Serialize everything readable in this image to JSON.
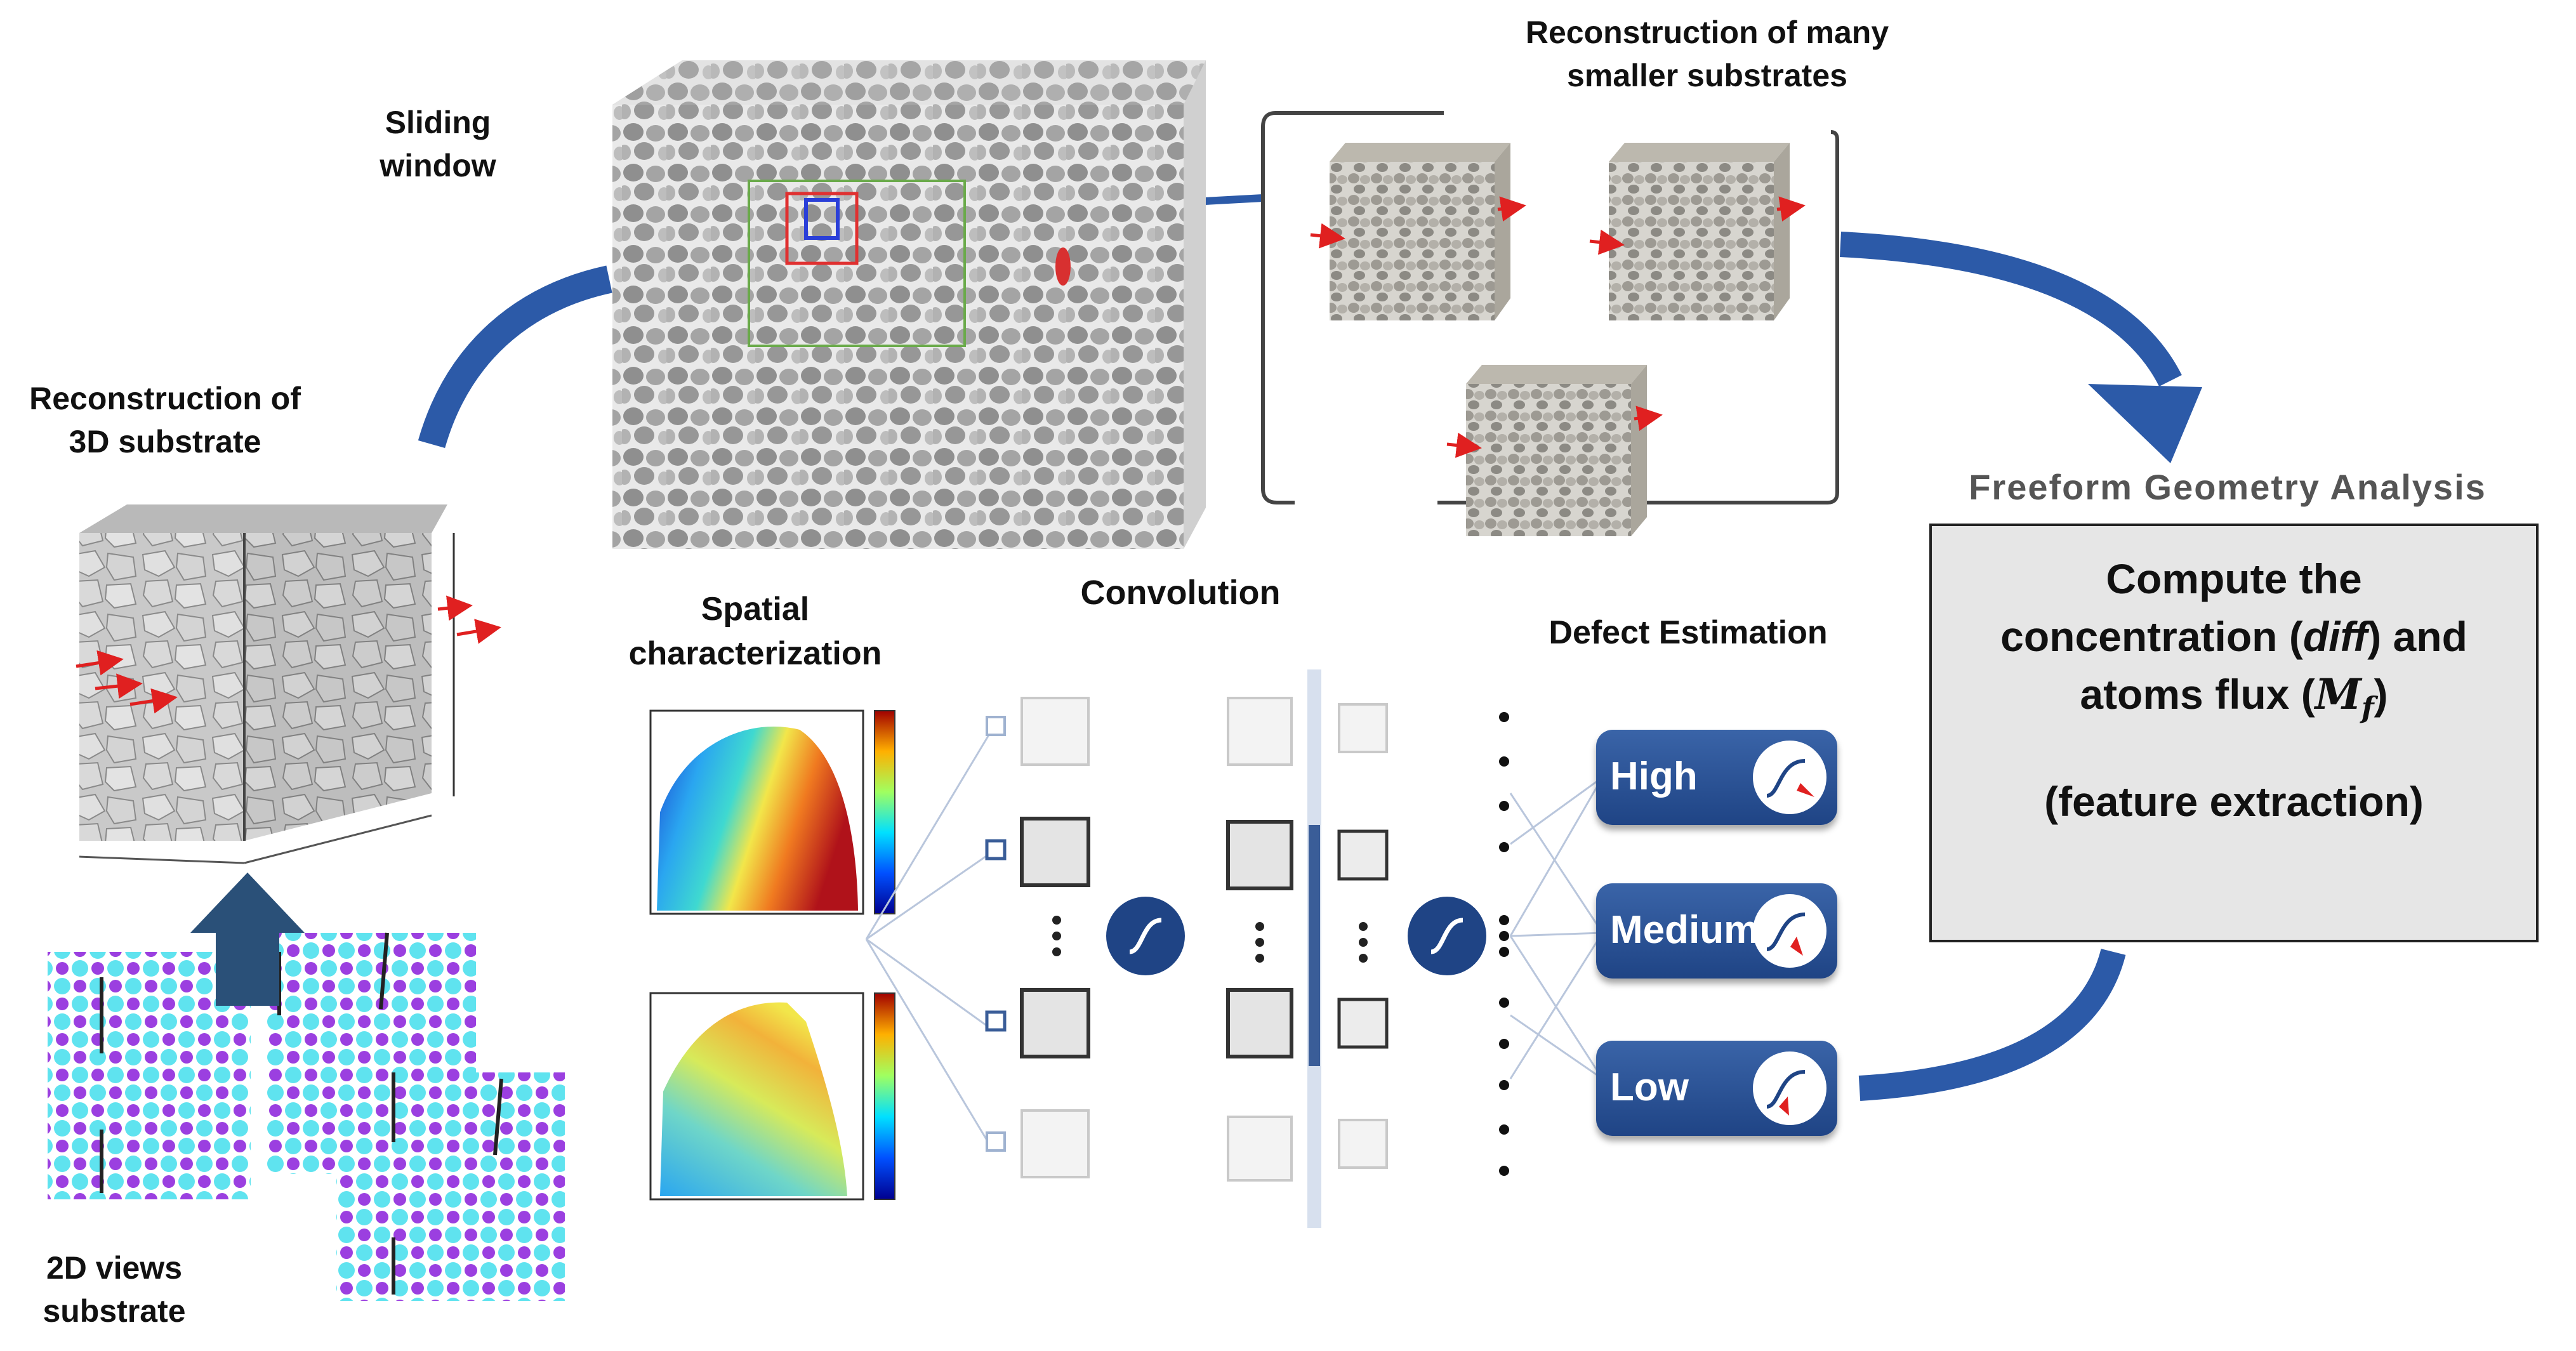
{
  "labels": {
    "sliding_window": [
      "Sliding",
      "window"
    ],
    "reconstruction_many": [
      "Reconstruction of many",
      "smaller substrates"
    ],
    "reconstruction_3d": [
      "Reconstruction of",
      "3D substrate"
    ],
    "spatial": [
      "Spatial",
      "characterization"
    ],
    "convolution": "Convolution",
    "defect_estimation": "Defect Estimation",
    "views_2d": [
      "2D views",
      "substrate"
    ],
    "freeform": "Freeform Geometry Analysis"
  },
  "compute_box": {
    "line1": "Compute the",
    "line2_a": "concentration (",
    "line2_diff": "diff",
    "line2_b": ") and",
    "line3_a": "atoms flux (",
    "line3_m": "M",
    "line3_f": "f",
    "line3_b": ")",
    "line4": "(feature extraction)"
  },
  "defect_levels": [
    "High",
    "Medium",
    "Low"
  ],
  "colors": {
    "arrow_blue": "#2c5aa8",
    "button_blue": "#2a4f96",
    "atom_cyan": "#5fe3ef",
    "atom_purple": "#9b3fe0",
    "big_arrow": "#2a5078",
    "grain_gray": "#9a9a9a"
  }
}
